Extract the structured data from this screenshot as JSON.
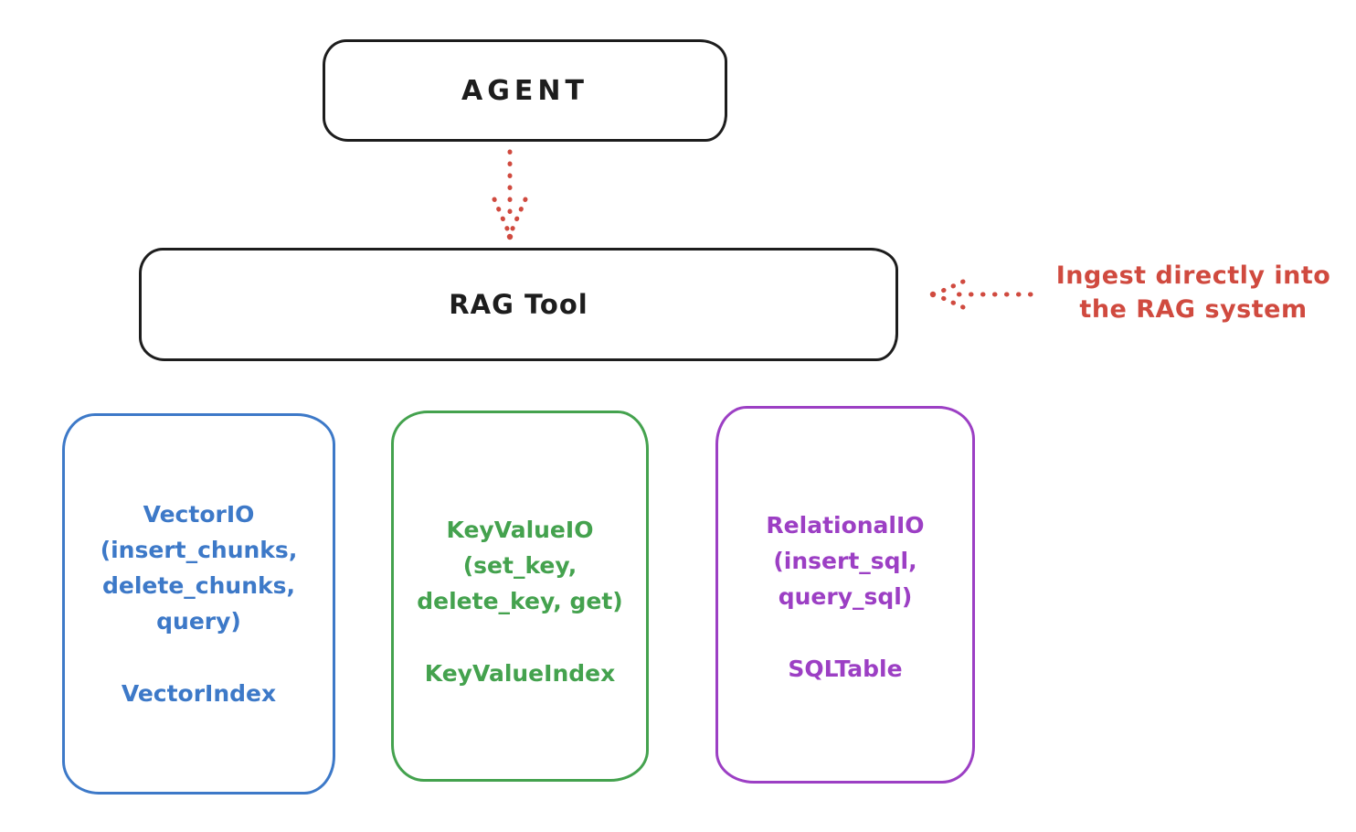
{
  "colors": {
    "ink": "#1d1d1d",
    "red": "#d04a3f",
    "blue": "#3d79c8",
    "green": "#44a24e",
    "purple": "#9c3fc4"
  },
  "diagram": {
    "agent": {
      "label": "AGENT"
    },
    "rag_tool": {
      "label": "RAG Tool"
    },
    "annotation": {
      "line1": "Ingest directly into",
      "line2": "the RAG system"
    },
    "io_boxes": [
      {
        "title_lines": [
          "VectorIO",
          "(insert_chunks,",
          "delete_chunks,",
          "query)"
        ],
        "index_label": "VectorIndex"
      },
      {
        "title_lines": [
          "KeyValueIO",
          "(set_key,",
          "delete_key, get)"
        ],
        "index_label": "KeyValueIndex"
      },
      {
        "title_lines": [
          "RelationalIO",
          "(insert_sql,",
          "query_sql)"
        ],
        "index_label": "SQLTable"
      }
    ]
  }
}
